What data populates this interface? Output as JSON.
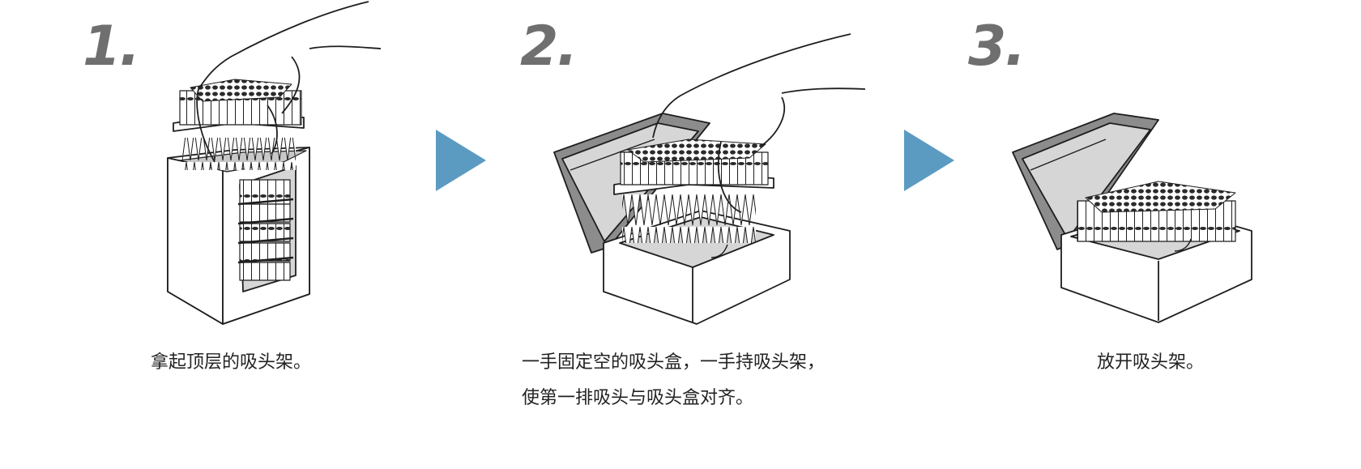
{
  "steps": [
    {
      "number": "1.",
      "caption_lines": [
        "拿起顶层的吸头架。"
      ]
    },
    {
      "number": "2.",
      "caption_lines": [
        "一手固定空的吸头盒，一手持吸头架，",
        "使第一排吸头与吸头盒对齐。"
      ]
    },
    {
      "number": "3.",
      "caption_lines": [
        "放开吸头架。"
      ]
    }
  ],
  "colors": {
    "arrow": "#5b9bc2",
    "number": "#6f6f6f",
    "lid": "#8c8c8c",
    "gray_fill": "#d6d6d6",
    "line": "#1e1e1e"
  },
  "icons": [
    "hand-icon",
    "tip-rack-icon",
    "tip-box-icon",
    "next-arrow-icon"
  ]
}
